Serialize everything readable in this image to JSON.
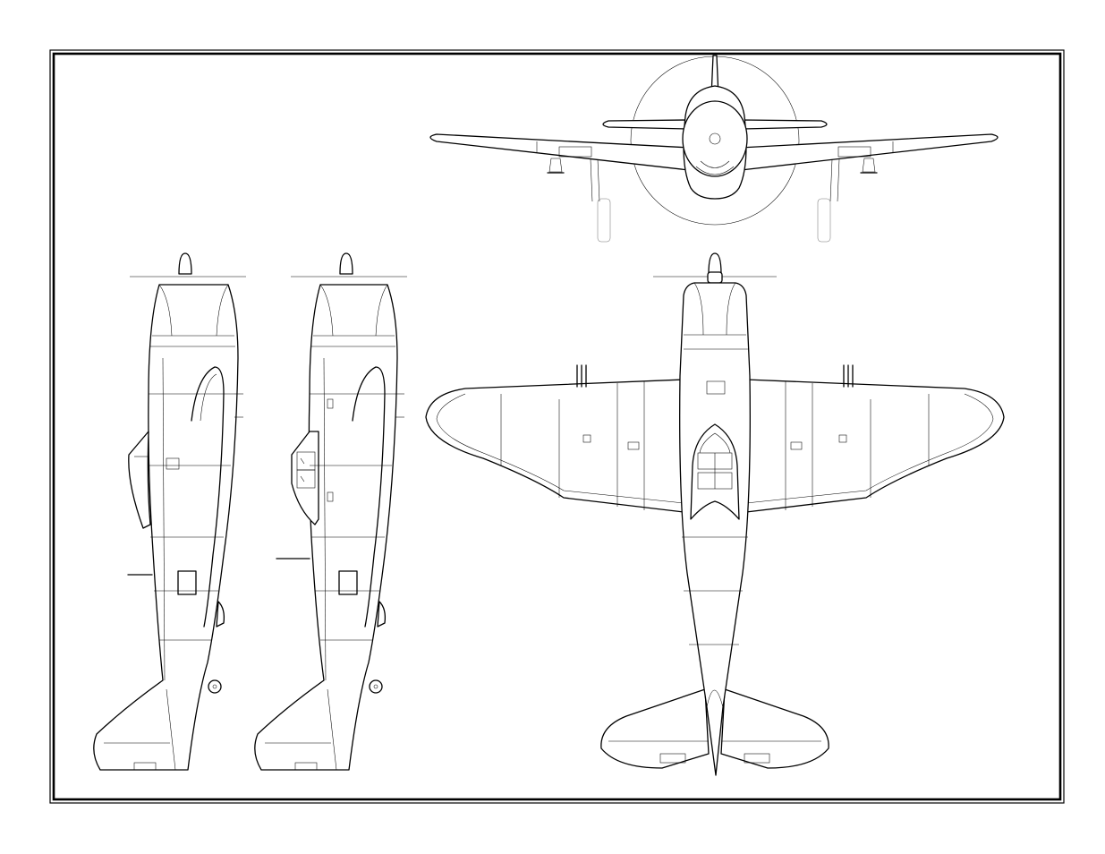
{
  "drawing": {
    "colors": {
      "line": "#000000",
      "paper": "#ffffff",
      "hidden_line": "#777777"
    },
    "views": [
      {
        "id": "front-view"
      },
      {
        "id": "side-view-left"
      },
      {
        "id": "side-view-right"
      },
      {
        "id": "top-view"
      }
    ]
  }
}
